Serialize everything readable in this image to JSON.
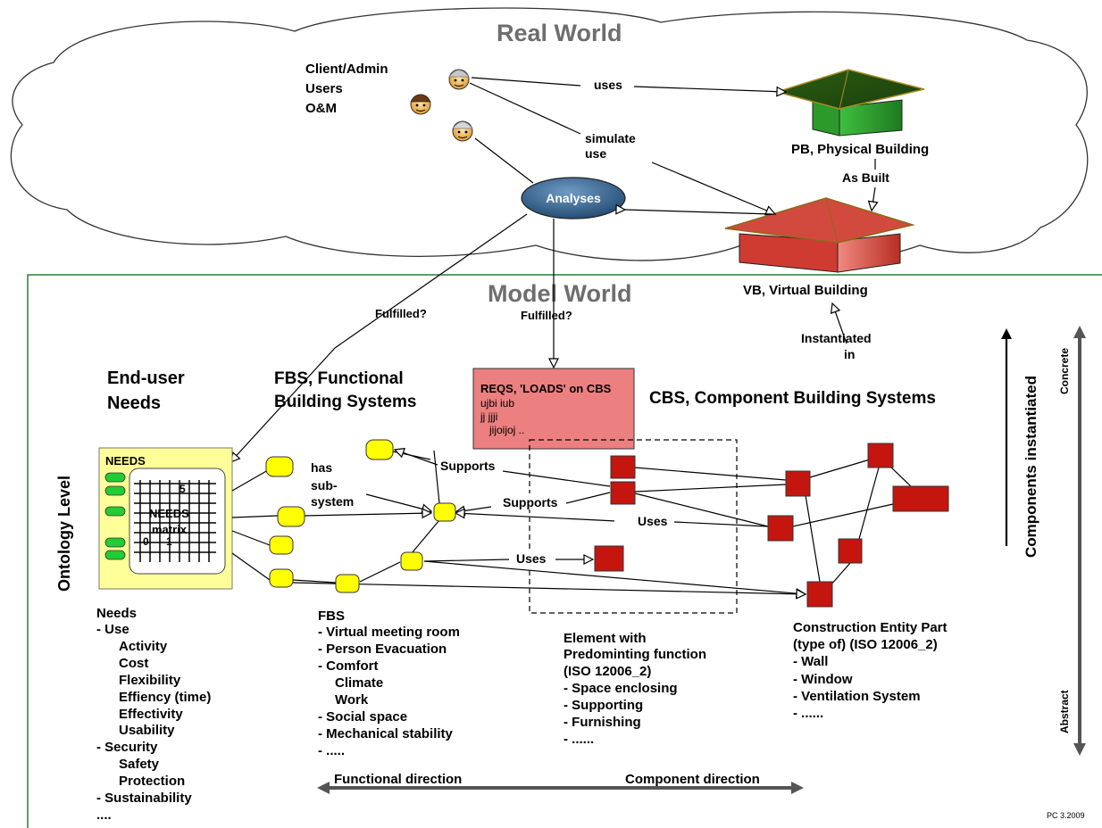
{
  "title_real": "Real World",
  "title_model": "Model World",
  "actors_label": [
    "Client/Admin",
    "Users",
    "O&M"
  ],
  "label_uses_top": "uses",
  "label_simulate": [
    "simulate",
    "use"
  ],
  "analyses": "Analyses",
  "pb_label": "PB, Physical Building",
  "as_built": "As Built",
  "vb_label": "VB, Virtual Building",
  "fulfilled": "Fulfilled?",
  "instantiated": [
    "Instantiated",
    "in"
  ],
  "end_user": [
    "End-user",
    "Needs"
  ],
  "fbs_title": [
    "FBS, Functional",
    "Building Systems"
  ],
  "cbs_title": "CBS, Component Building Systems",
  "reqs": {
    "title": "REQS, 'LOADS' on CBS",
    "lines": [
      "ujbi iub",
      "jj jjji",
      "jijoijoj .."
    ]
  },
  "needs_box": {
    "title": "NEEDS",
    "matrix": [
      "NEEDS",
      "matrix"
    ],
    "n5": "5",
    "n0": "0",
    "n1": "1"
  },
  "ontology_level": "Ontology Level",
  "has_subsystem": [
    "has",
    "sub-",
    "system"
  ],
  "supports": "Supports",
  "uses": "Uses",
  "components_instantiated": "Components instantiated",
  "concrete": "Concrete",
  "abstract": "Abstract",
  "needs_list": [
    "Needs",
    "- Use",
    "Activity",
    "Cost",
    "Flexibility",
    "Effiency (time)",
    "Effectivity",
    "Usability",
    "- Security",
    "Safety",
    "Protection",
    "- Sustainability",
    "...."
  ],
  "fbs_list": [
    "FBS",
    "- Virtual meeting room",
    "- Person Evacuation",
    "- Comfort",
    "Climate",
    "Work",
    "- Social space",
    "- Mechanical stability",
    "- ....."
  ],
  "element_list": [
    "Element with",
    "Predominting function",
    "(ISO 12006_2)",
    "- Space enclosing",
    "- Supporting",
    "- Furnishing",
    "- ......"
  ],
  "cep_list": [
    "Construction Entity Part",
    "(type of) (ISO 12006_2)",
    "- Wall",
    "- Window",
    "- Ventilation System",
    "- ......"
  ],
  "functional_direction": "Functional direction",
  "component_direction": "Component direction",
  "footer": "PC  3.2009",
  "colors": {
    "fbs_node": "#ffff00",
    "needs_green": "#22cc33",
    "cbs_node": "#c4160f",
    "reqs_fill": "#ec7f7f",
    "needs_box": "#ffff99",
    "model_border": "#2e7d32",
    "analyses_fill": "#2f5d88"
  }
}
